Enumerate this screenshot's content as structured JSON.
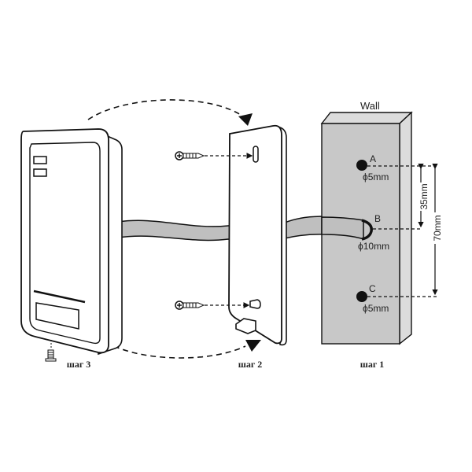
{
  "wall": {
    "title": "Wall",
    "holes": [
      {
        "label": "A",
        "diameter": "ϕ5mm"
      },
      {
        "label": "B",
        "diameter": "ϕ10mm"
      },
      {
        "label": "C",
        "diameter": "ϕ5mm"
      }
    ],
    "dimensions": {
      "a_to_b": "35mm",
      "a_to_c": "70mm"
    },
    "colors": {
      "face": "#c8c8c8",
      "side": "#dcdcdc",
      "cable": "#bfbfbf"
    }
  },
  "steps": {
    "step1": "шаг 1",
    "step2": "шаг 2",
    "step3": "шаг 3"
  }
}
